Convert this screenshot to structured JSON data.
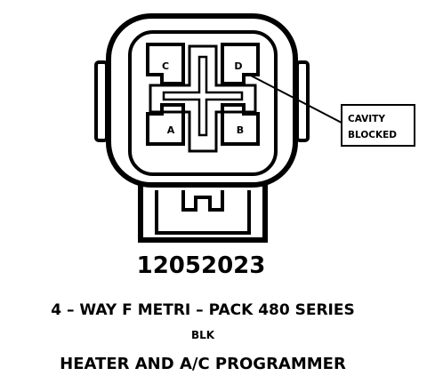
{
  "connector": {
    "cavities": {
      "a": "A",
      "b": "B",
      "c": "C",
      "d": "D"
    },
    "callout": {
      "line1": "CAVITY",
      "line2": "BLOCKED"
    }
  },
  "caption": {
    "part_number": "12052023",
    "connector_description": "4 – WAY F METRI – PACK 480 SERIES",
    "color_code": "BLK",
    "component_name": "HEATER AND A/C PROGRAMMER"
  },
  "colors": {
    "ink": "#000000",
    "background": "#ffffff"
  }
}
